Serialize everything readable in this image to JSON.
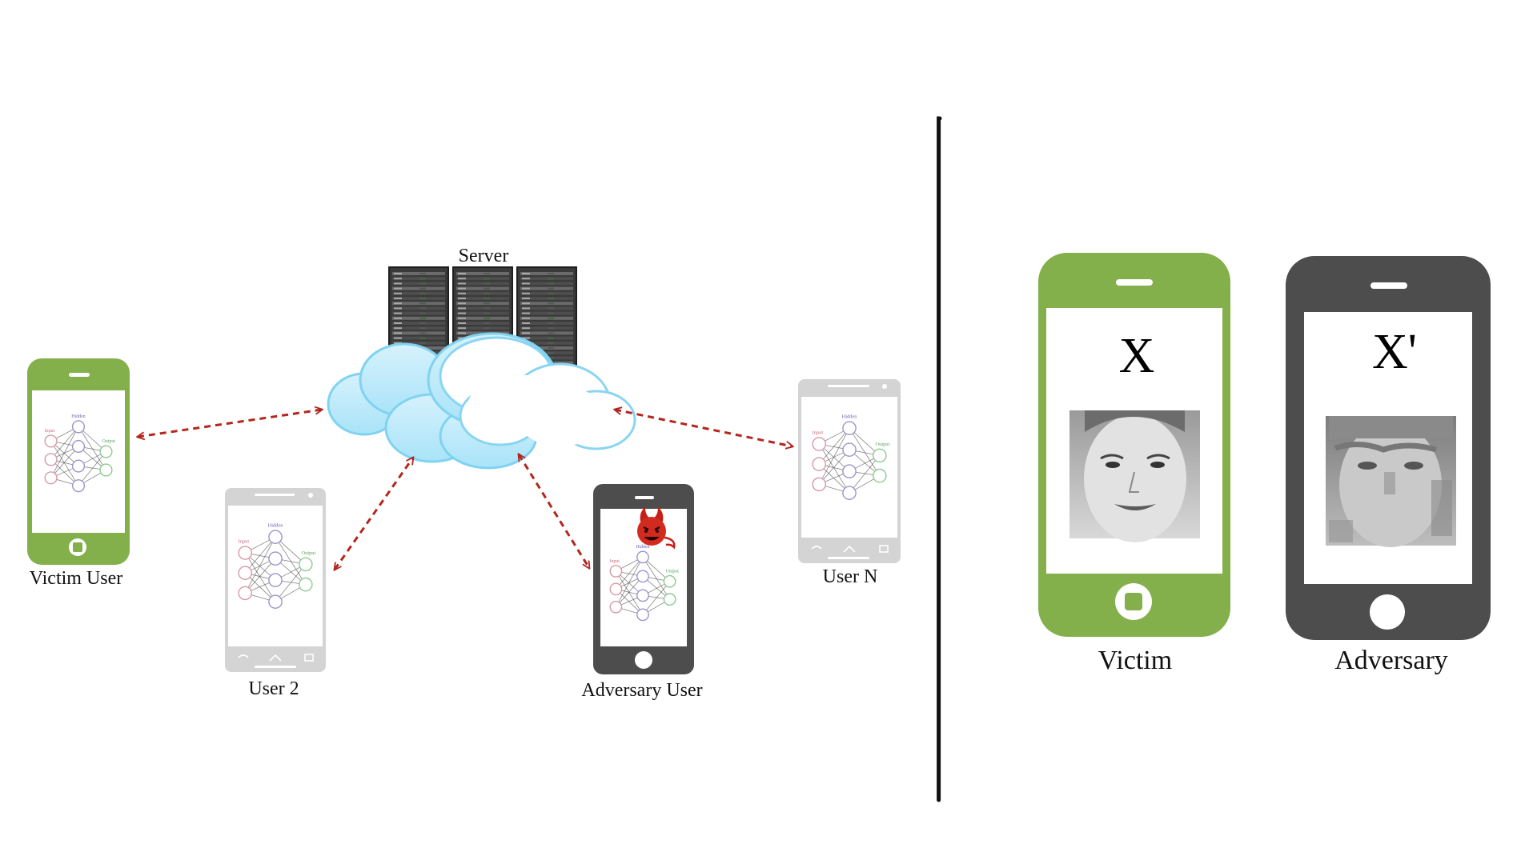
{
  "left_panel": {
    "server_label": "Server",
    "nodes": {
      "victim_user": {
        "label": "Victim User",
        "phone_color": "#84b04b"
      },
      "user_2": {
        "label": "User 2",
        "phone_color": "#cfcfcf"
      },
      "adversary_user": {
        "label": "Adversary User",
        "phone_color": "#4d4d4d",
        "badge": "devil-icon"
      },
      "user_n": {
        "label": "User N",
        "phone_color": "#cfcfcf"
      }
    },
    "nn_layer_labels": {
      "input": "Input",
      "hidden": "Hidden",
      "output": "Output"
    },
    "link_color": "#b3261e"
  },
  "right_panel": {
    "victim": {
      "label": "Victim",
      "symbol": "X",
      "phone_color": "#84b04b"
    },
    "adversary": {
      "label": "Adversary",
      "symbol": "X'",
      "phone_color": "#4d4d4d"
    }
  },
  "divider_color": "#111111"
}
